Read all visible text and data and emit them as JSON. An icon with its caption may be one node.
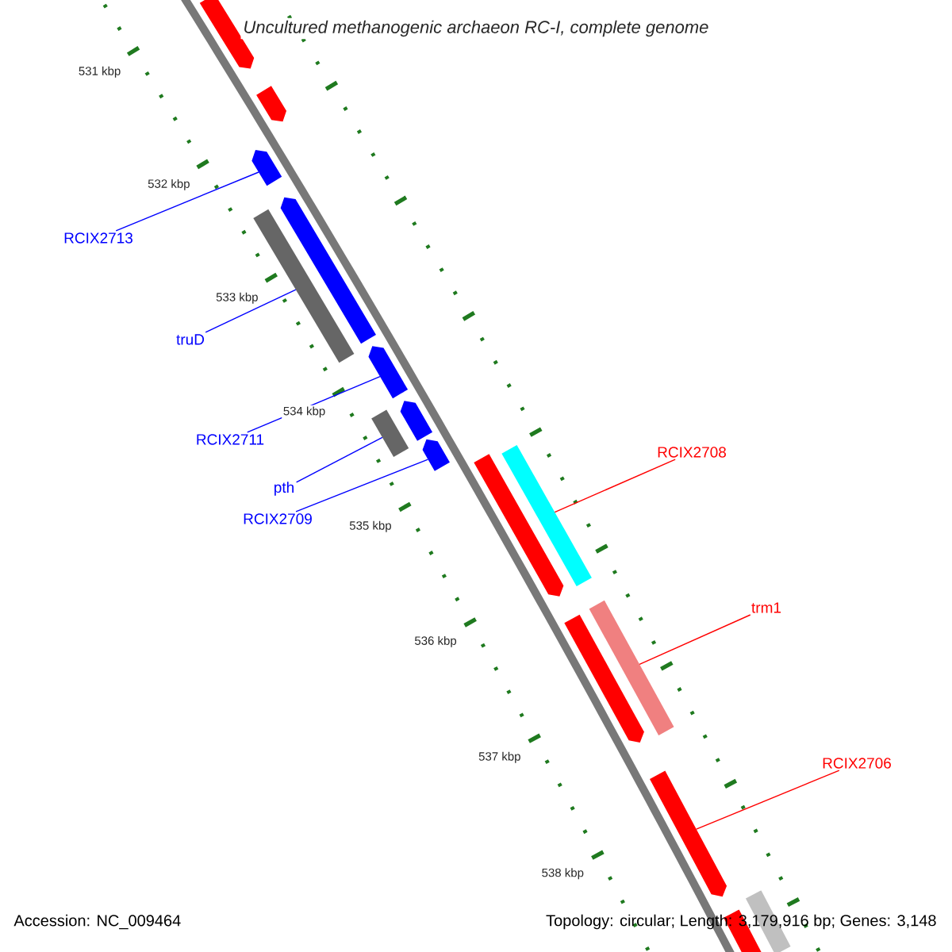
{
  "diagram": {
    "title": "Uncultured methanogenic archaeon RC-I, complete genome",
    "nodes": [
      {
        "text": [
          "RCIX2713"
        ]
      },
      {
        "text": [
          "truD"
        ]
      },
      {
        "text": [
          "RCIX2711"
        ]
      },
      {
        "text": [
          "pth"
        ]
      },
      {
        "text": [
          "RCIX2709"
        ]
      },
      {
        "text": [
          "RCIX2708"
        ]
      },
      {
        "text": [
          "trm1"
        ]
      },
      {
        "text": [
          "RCIX2706"
        ]
      },
      {
        "text": [],
        "shape": "arrow"
      },
      {
        "text": [],
        "shape": "arrow"
      },
      {
        "text": [],
        "shape": "arrow"
      },
      {
        "text": [],
        "shape": "bar"
      },
      {
        "text": [],
        "shape": "arrow"
      },
      {
        "text": [],
        "shape": "arrow"
      },
      {
        "text": [],
        "shape": "bar"
      },
      {
        "text": [],
        "shape": "arrow"
      },
      {
        "text": [],
        "shape": "arrow"
      },
      {
        "text": [],
        "shape": "arrow"
      },
      {
        "text": [],
        "shape": "bar"
      },
      {
        "text": [],
        "shape": "arrow"
      },
      {
        "text": [],
        "shape": "bar"
      },
      {
        "text": [],
        "shape": "arrow"
      },
      {
        "text": [],
        "shape": "bar"
      },
      {
        "text": [],
        "shape": "arrow"
      }
    ],
    "edges": [
      {
        "from": 0,
        "to": 10,
        "arrow": "none"
      },
      {
        "from": 1,
        "to": 11,
        "arrow": "none"
      },
      {
        "from": 2,
        "to": 13,
        "arrow": "none"
      },
      {
        "from": 3,
        "to": 14,
        "arrow": "none"
      },
      {
        "from": 4,
        "to": 16,
        "arrow": "none"
      },
      {
        "from": 5,
        "to": 18,
        "arrow": "none",
        "color": "#ff0000"
      },
      {
        "from": 6,
        "to": 20,
        "arrow": "none",
        "color": "#ff0000"
      },
      {
        "from": 7,
        "to": 21,
        "arrow": "none",
        "color": "#ff0000"
      }
    ],
    "labels": [
      "531 kbp",
      "532 kbp",
      "533 kbp",
      "534 kbp",
      "535 kbp",
      "536 kbp",
      "537 kbp",
      "538 kbp",
      "Accession: NC_009464",
      "Topology: circular; Length: 3,179,916 bp; Genes: 3,148"
    ]
  }
}
